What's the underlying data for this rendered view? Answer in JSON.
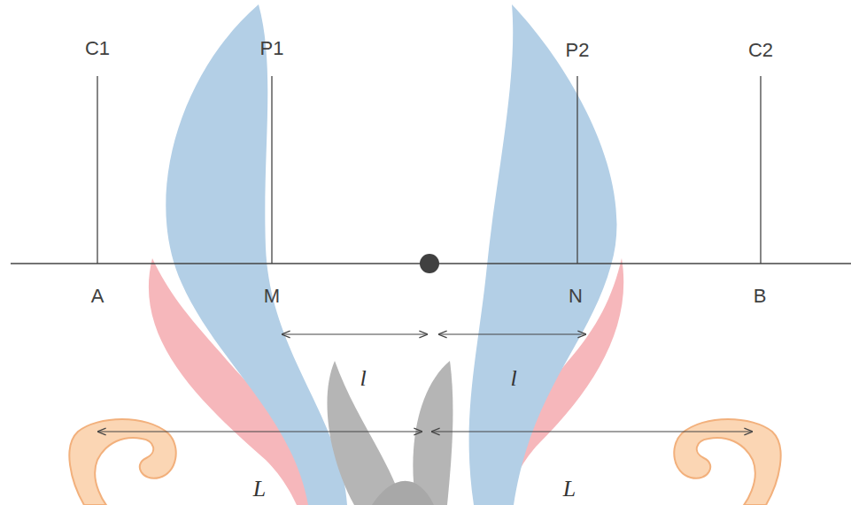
{
  "diagram": {
    "labels": [
      "C1",
      "P1",
      "P2",
      "C2",
      "A",
      "M",
      "N",
      "B",
      "l",
      "l",
      "L",
      "L"
    ]
  }
}
